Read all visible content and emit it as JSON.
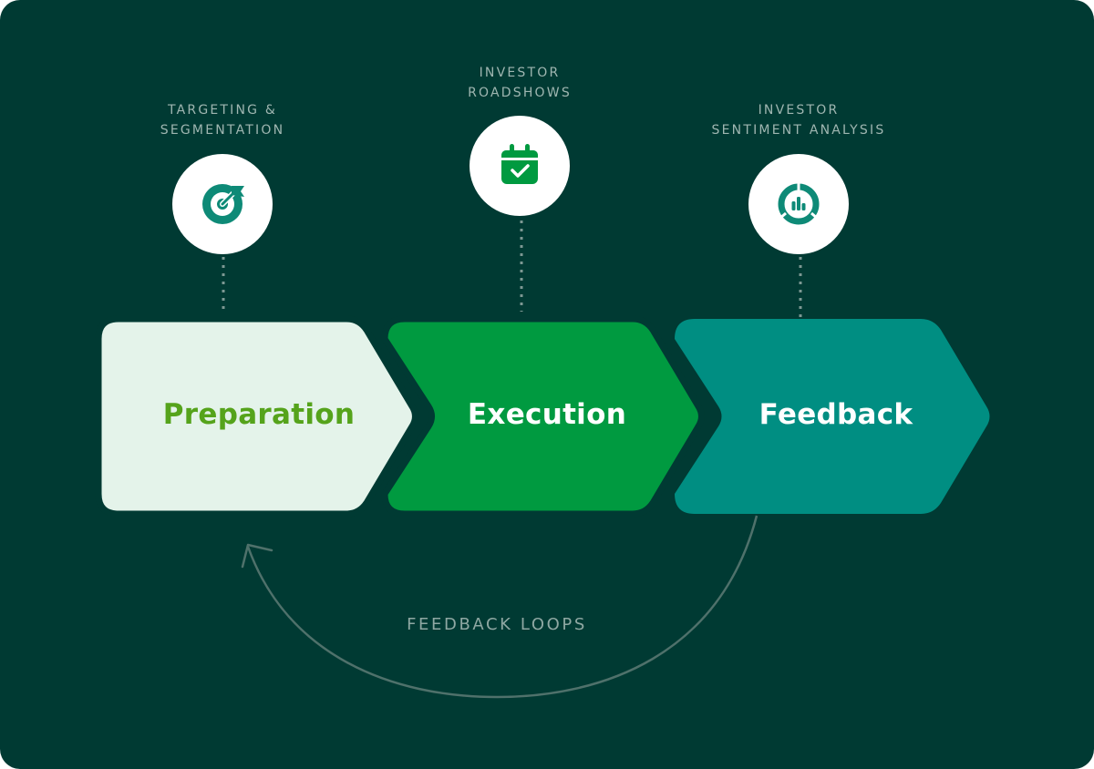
{
  "stages": [
    {
      "label": "Preparation",
      "fill": "#e4f3ea",
      "text_color": "#55a31b"
    },
    {
      "label": "Execution",
      "fill": "#009a40",
      "text_color": "#ffffff"
    },
    {
      "label": "Feedback",
      "fill": "#008e82",
      "text_color": "#ffffff"
    }
  ],
  "milestones": [
    {
      "line1": "TARGETING &",
      "line2": "SEGMENTATION",
      "icon": "target-icon",
      "icon_color": "#0e8a77"
    },
    {
      "line1": "INVESTOR",
      "line2": "ROADSHOWS",
      "icon": "calendar-check-icon",
      "icon_color": "#009a40"
    },
    {
      "line1": "INVESTOR",
      "line2": "SENTIMENT ANALYSIS",
      "icon": "donut-chart-icon",
      "icon_color": "#0e8a77"
    }
  ],
  "loop": {
    "label": "FEEDBACK LOOPS"
  },
  "colors": {
    "background": "#003a33",
    "connector": "#7d9893",
    "loop_stroke": "#4f716b"
  }
}
